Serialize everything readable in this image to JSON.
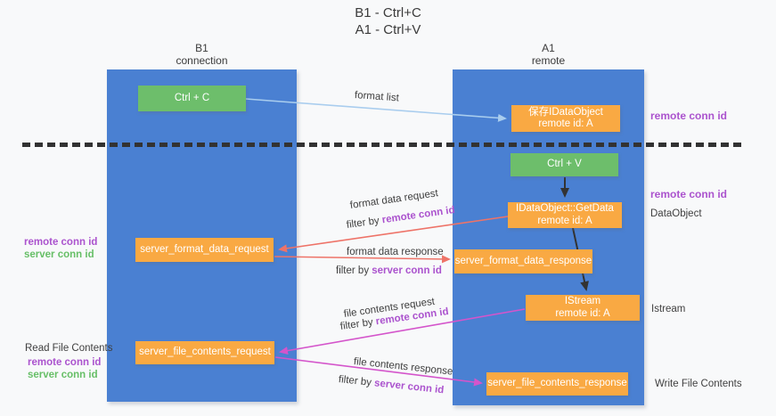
{
  "title": {
    "line1": "B1 - Ctrl+C",
    "line2": "A1 - Ctrl+V"
  },
  "lanes": {
    "left": {
      "name": "B1",
      "role": "connection"
    },
    "right": {
      "name": "A1",
      "role": "remote"
    }
  },
  "nodes": {
    "ctrl_c": "Ctrl + C",
    "save_dataobject": {
      "line1": "保存IDataObject",
      "line2": "remote id: A"
    },
    "ctrl_v": "Ctrl + V",
    "getdata": {
      "line1": "IDataObject::GetData",
      "line2": "remote id: A"
    },
    "server_format_data_request": "server_format_data_request",
    "server_format_data_response": "server_format_data_response",
    "istream": {
      "line1": "IStream",
      "line2": "remote id: A"
    },
    "server_file_contents_request": "server_file_contents_request",
    "server_file_contents_response": "server_file_contents_response"
  },
  "arrow_labels": {
    "format_list": "format list",
    "format_data_request": "format data request",
    "format_data_request_filter_prefix": "filter by ",
    "format_data_request_filter_key": "remote conn id",
    "format_data_response": "format data response",
    "format_data_response_filter_prefix": "filter by ",
    "format_data_response_filter_key": "server conn id",
    "file_contents_request": "file contents request",
    "file_contents_request_filter_prefix": "filter by ",
    "file_contents_request_filter_key": "remote conn id",
    "file_contents_response": "file contents response",
    "file_contents_response_filter_prefix": "filter by ",
    "file_contents_response_filter_key": "server conn id"
  },
  "side_labels": {
    "remote_conn_id_top": "remote conn id",
    "remote_conn_id_mid": "remote conn id",
    "dataobject": "DataObject",
    "istream": "Istream",
    "read_file_contents": "Read File Contents",
    "write_file_contents": "Write File Contents",
    "left_mid_remote": "remote conn id",
    "left_mid_server": "server conn id",
    "left_bottom_remote": "remote conn id",
    "left_bottom_server": "server conn id"
  },
  "colors": {
    "lane_blue": "#4A80D2",
    "node_green": "#6DBE6B",
    "node_orange": "#F9A943",
    "purple_text": "#AB53CE",
    "green_text": "#67BF67",
    "arrow_lightblue": "#A9CDEE",
    "arrow_black": "#333333",
    "arrow_red": "#EE7368",
    "arrow_magenta": "#D455CB"
  }
}
